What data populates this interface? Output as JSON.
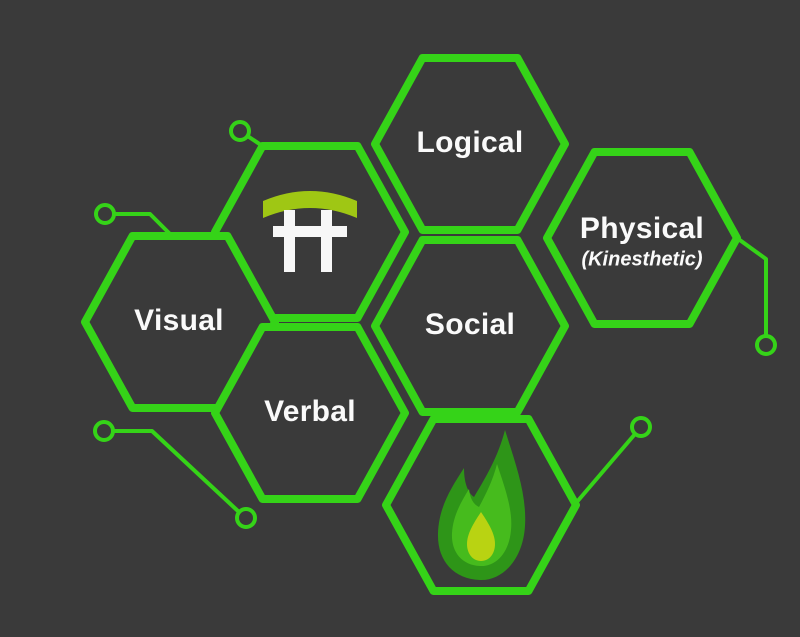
{
  "hexagons": {
    "logical": {
      "label": "Logical"
    },
    "torii": {
      "icon": "torii-gate-icon"
    },
    "physical": {
      "label": "Physical",
      "sublabel": "(Kinesthetic)"
    },
    "visual": {
      "label": "Visual"
    },
    "social": {
      "label": "Social"
    },
    "verbal": {
      "label": "Verbal"
    },
    "flame": {
      "icon": "flame-icon"
    }
  },
  "colors": {
    "bg": "#3a3a3a",
    "green": "#35d318",
    "text": "#fafafa",
    "torii_white": "#f7f7f7",
    "torii_beam": "#9fc714",
    "flame_outer": "#2e9518",
    "flame_mid": "#46bb1d",
    "flame_inner": "#b9d312"
  }
}
